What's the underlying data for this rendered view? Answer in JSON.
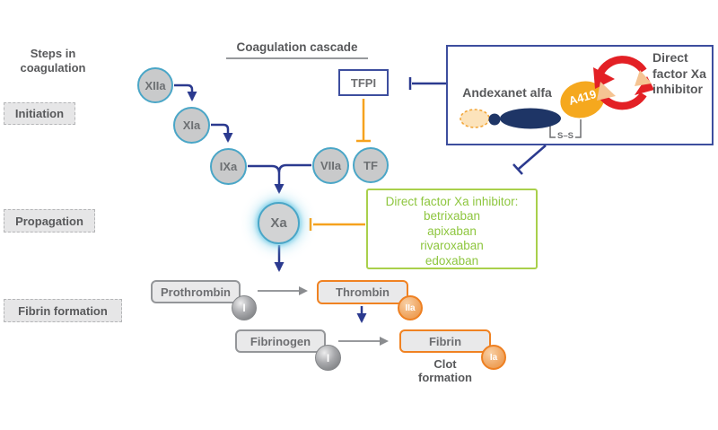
{
  "header": {
    "steps_title": "Steps in coagulation",
    "cascade_title": "Coagulation cascade"
  },
  "stages": [
    {
      "label": "Initiation"
    },
    {
      "label": "Propagation"
    },
    {
      "label": "Fibrin formation"
    }
  ],
  "nodes": [
    {
      "label": "XIIa"
    },
    {
      "label": "XIa"
    },
    {
      "label": "IXa"
    },
    {
      "label": "VIIa"
    },
    {
      "label": "TF"
    },
    {
      "label": "Xa"
    }
  ],
  "tfpi_label": "TFPI",
  "inhibitor_box": {
    "title": "Direct factor Xa inhibitor:",
    "drugs": [
      "betrixaban",
      "apixaban",
      "rivaroxaban",
      "edoxaban"
    ]
  },
  "andexanet": {
    "label": "Andexanet alfa",
    "domain_label": "A419",
    "bond_label": "S–S",
    "inhibitor_label": "Direct\nfactor Xa\ninhibitor"
  },
  "pathway": {
    "prothrombin": "Prothrombin",
    "prothrombin_badge": "I",
    "thrombin": "Thrombin",
    "thrombin_badge": "IIa",
    "fibrinogen": "Fibrinogen",
    "fibrinogen_badge": "I",
    "fibrin": "Fibrin",
    "fibrin_badge": "Ia",
    "clot_label": "Clot formation"
  },
  "colors": {
    "navy": "#2b3a8f",
    "teal_border": "#4aa6c7",
    "orange": "#f6a21d",
    "orange_border": "#f08222",
    "red": "#e32025",
    "green": "#8ec63f",
    "dark_text": "#58595b"
  }
}
